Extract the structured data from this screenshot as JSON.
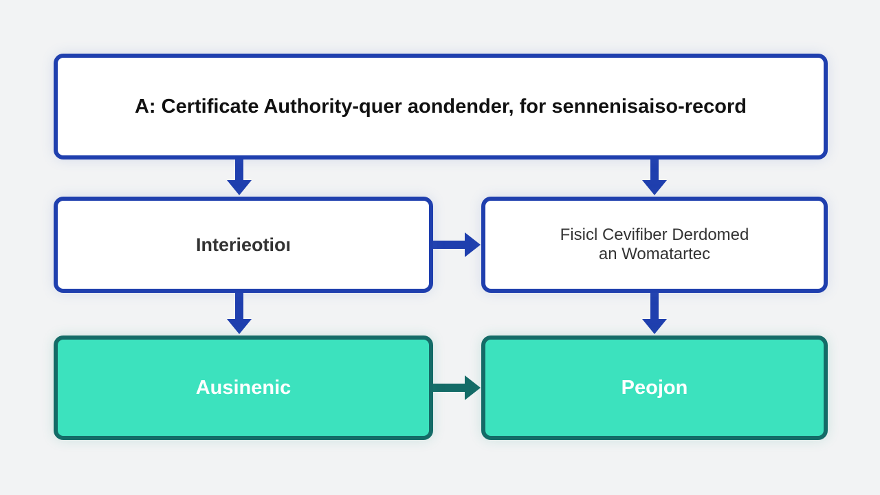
{
  "nodes": {
    "top": "A: Certificate Authority-quer aondender, for sennenisaiso-record",
    "mid_left": "Interieotioı",
    "mid_right_line1": "Fisicl Cevifiber Derdomed",
    "mid_right_line2": "an Womatartec",
    "bottom_left": "Ausinenic",
    "bottom_right": "Peojon"
  },
  "colors": {
    "background": "#f2f3f4",
    "blue_border": "#1f3fae",
    "green_fill": "#3ce2be",
    "green_border": "#146b67"
  }
}
